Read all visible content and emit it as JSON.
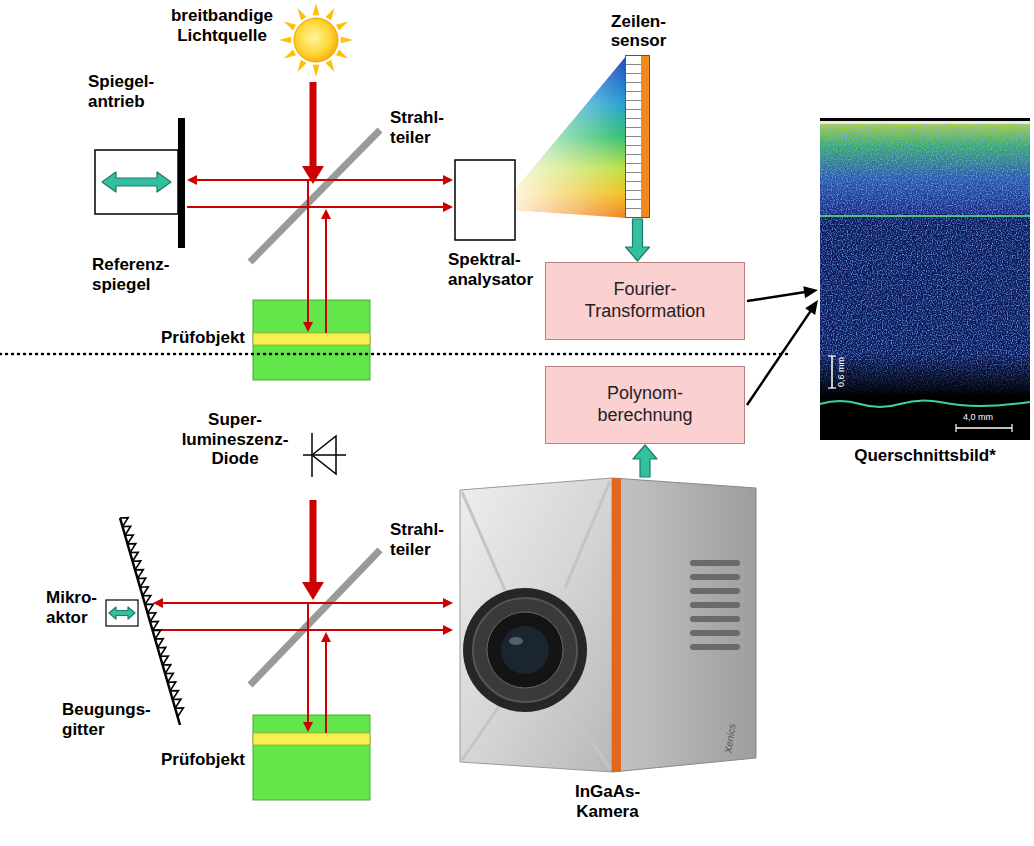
{
  "diagram": {
    "nodes": [
      {
        "text": [
          "Zeilen- sensor"
        ]
      },
      {
        "text": [
          "Fourier- Transformation"
        ]
      },
      {
        "text": [
          "Polynom- berechnung"
        ]
      },
      {
        "text": [
          "InGaAs- Kamera"
        ]
      },
      {
        "text": [
          "Querschnittsbild*"
        ]
      }
    ],
    "edges": [
      {
        "from": 0,
        "to": 1,
        "arrow": "to"
      },
      {
        "from": 3,
        "to": 2,
        "arrow": "to"
      },
      {
        "from": 1,
        "to": 4,
        "arrow": "to"
      },
      {
        "from": 2,
        "to": 4,
        "arrow": "to"
      }
    ],
    "labels": [
      "breitbandige Lichtquelle",
      "Strahl- teiler",
      "Spiegel- antrieb",
      "Referenz- spiegel",
      "Prüfobjekt",
      "Spektral- analysator",
      "Super- lumineszenz- Diode",
      "Strahl- teiler",
      "Mikro- aktor",
      "Beugungs- gitter",
      "Prüfobjekt",
      "0,6 mm",
      "4,0 mm",
      "Xenics"
    ]
  }
}
